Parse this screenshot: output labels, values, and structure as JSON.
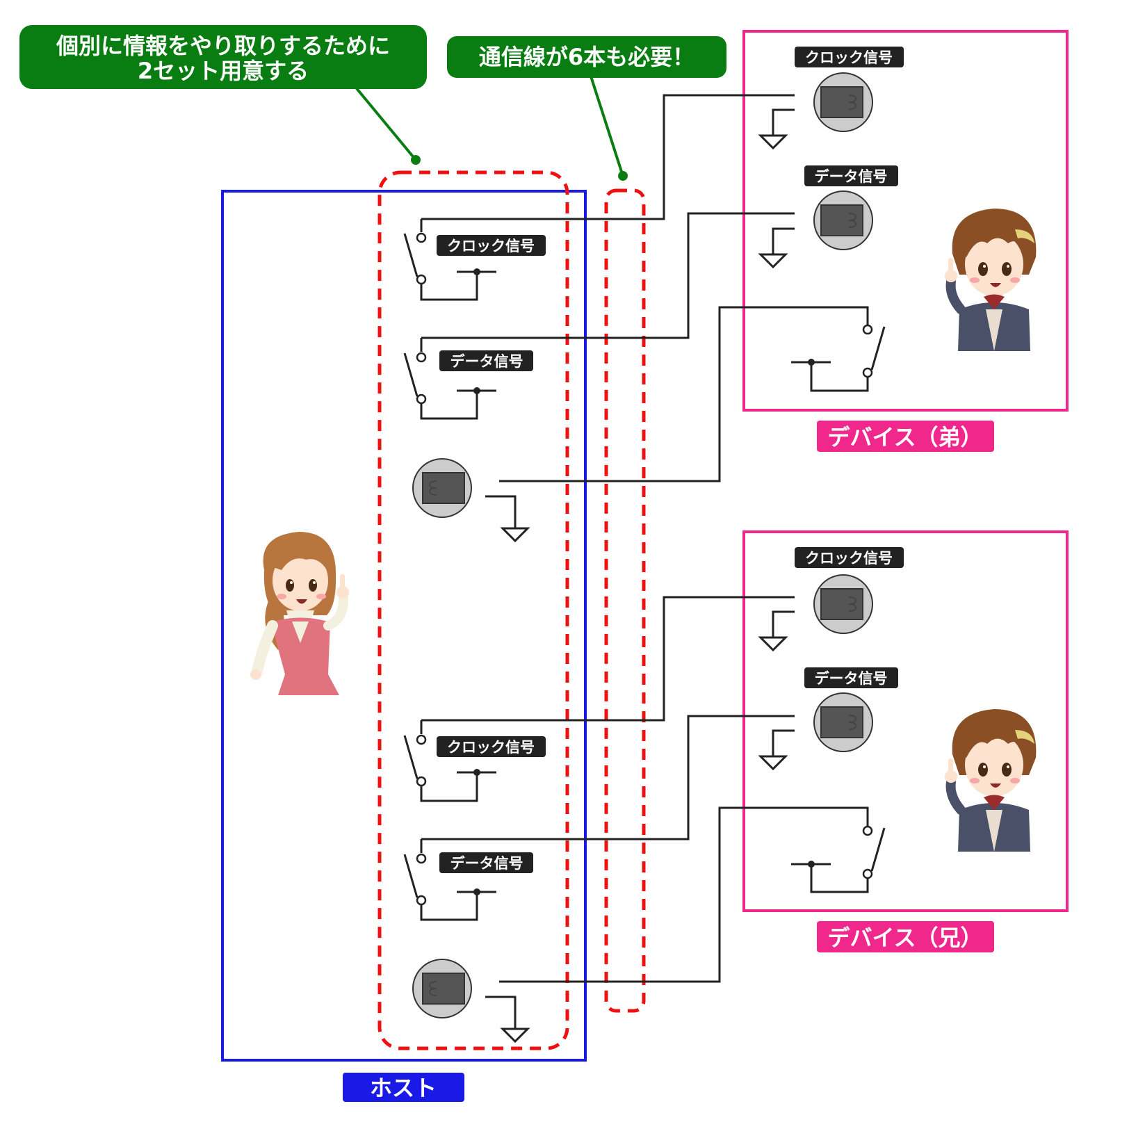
{
  "colors": {
    "callout_bg": "#0a7d12",
    "callout_line": "#0a7d12",
    "host_border": "#1a1ae6",
    "host_label_bg": "#1a1ae6",
    "device_border": "#f0288c",
    "device_label_bg": "#f0288c",
    "dashed_highlight": "#ee1111",
    "tag_bg": "#222222",
    "wire": "#222222",
    "bulb_fill": "#cccccc",
    "bulb_base": "#555555"
  },
  "callouts": {
    "two_sets_line1": "個別に情報をやり取りするために",
    "two_sets_line2": "2セット用意する",
    "six_wires": "通信線が6本も必要！"
  },
  "signals": {
    "clock": "クロック信号",
    "data": "データ信号"
  },
  "labels": {
    "host": "ホスト",
    "device_younger": "デバイス（弟）",
    "device_older": "デバイス（兄）"
  },
  "icons": {
    "host_person": "girl-pointing-icon",
    "device_person": "boy-pointing-icon",
    "bulb": "light-bulb-icon",
    "switch": "switch-icon",
    "ground": "ground-icon"
  }
}
